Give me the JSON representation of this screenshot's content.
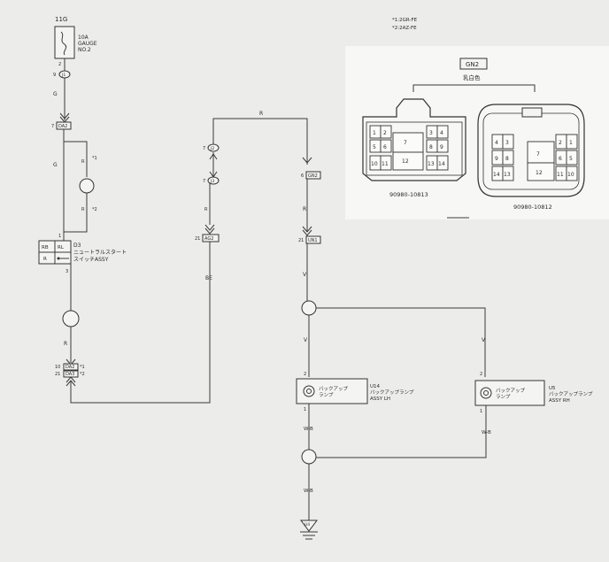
{
  "fuse": {
    "id": "11G",
    "rating": "10A",
    "name1": "GAUGE",
    "name2": "NO.2"
  },
  "junctions": {
    "j1": "J1",
    "j2": "J2",
    "j3": "J3"
  },
  "connectors": {
    "da2_top": "DA2",
    "ag2": "AG2",
    "gn2": "GN2",
    "un1": "UN1",
    "da2_bottom": "DA2",
    "da3": "DA3"
  },
  "variant_marks": {
    "m1": "*1",
    "m2": "*2"
  },
  "pins": {
    "fuse_bottom": "2",
    "j1": "9",
    "da2_top": "7",
    "d3_top": "1",
    "d3_bottom": "3",
    "j2": "7",
    "j3": "7",
    "ag2": "21",
    "gn2": "6",
    "un1": "21",
    "da2_bottom": "10",
    "da3": "21",
    "u14_top": "2",
    "u14_bottom": "1",
    "u5_top": "2",
    "u5_bottom": "1"
  },
  "wire_colors": {
    "g1": "G",
    "g2": "G",
    "r1": "R",
    "r_top": "R",
    "r_right": "R",
    "r_ag": "R",
    "r_gn": "R",
    "be": "BE",
    "v1": "V",
    "v2": "V",
    "v3": "V",
    "wb1": "W-B",
    "wb2": "W-B",
    "wb3": "W-B",
    "r_down": "R"
  },
  "switch": {
    "id": "D3",
    "name1": "ニュートラルスタート",
    "name2": "スイッチASSY",
    "t_rb": "RB",
    "t_rl": "RL",
    "t_r": "R"
  },
  "lamp_lh": {
    "id": "U14",
    "label1": "バックアップ",
    "label2": "ランプ",
    "name1": "バックアップランプ",
    "name2": "ASSY LH"
  },
  "lamp_rh": {
    "id": "U5",
    "label1": "バックアップ",
    "label2": "ランプ",
    "name1": "バックアップランプ",
    "name2": "ASSY RH"
  },
  "ground": {
    "id": "U4"
  },
  "legend": {
    "line1": "*1:2GR-FE",
    "line2": "*2:2AZ-FE"
  },
  "connector_panel": {
    "code": "GN2",
    "color": "乳白色",
    "left_part": "90980-10813",
    "right_part": "90980-10812",
    "left_cells": [
      "1",
      "2",
      "5",
      "6",
      "7",
      "12",
      "10",
      "11",
      "3",
      "4",
      "8",
      "9",
      "13",
      "14"
    ],
    "right_cells": [
      "4",
      "3",
      "9",
      "8",
      "14",
      "13",
      "7",
      "12",
      "2",
      "1",
      "6",
      "5",
      "11",
      "10"
    ]
  }
}
